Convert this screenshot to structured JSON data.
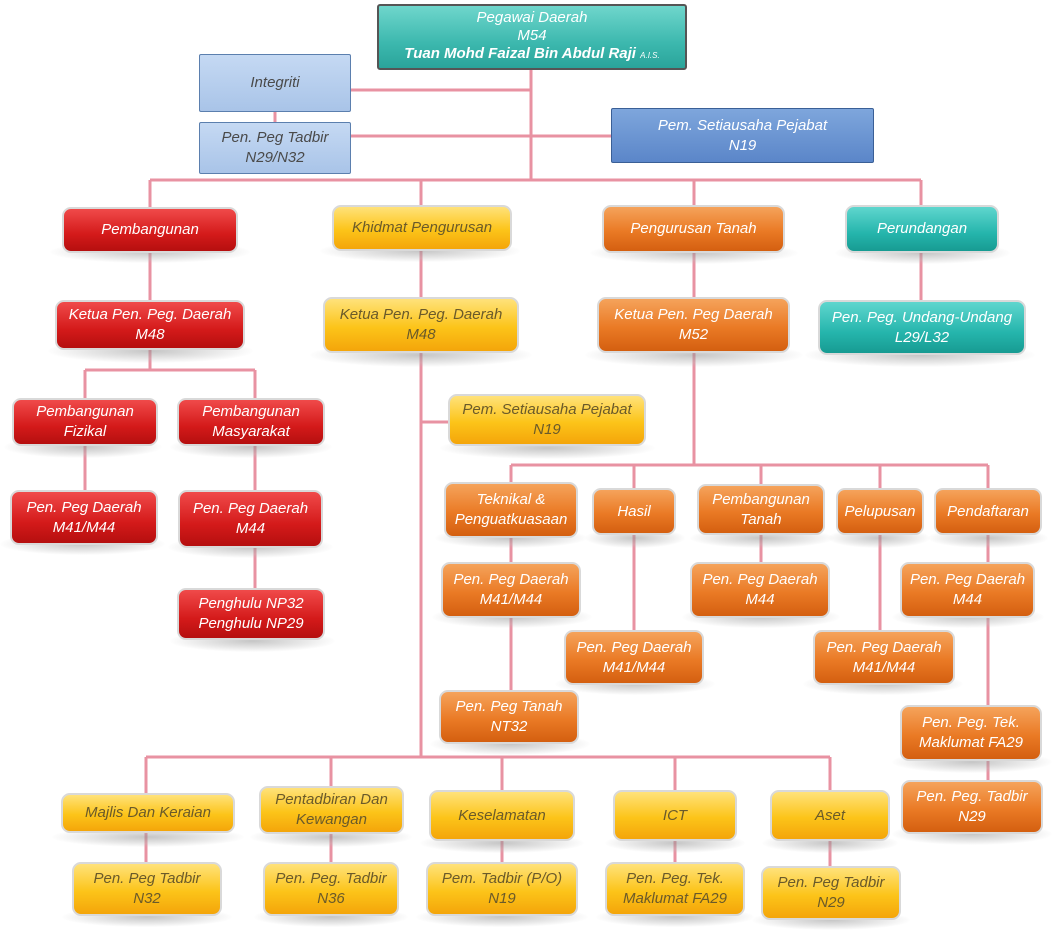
{
  "top": {
    "title": "Pegawai Daerah",
    "grade": "M54",
    "name": "Tuan Mohd Faizal Bin Abdul Raji",
    "honorific": "A.I.S."
  },
  "integriti": {
    "label": "Integriti",
    "staff": [
      "Pen. Peg Tadbir",
      "N29/N32"
    ]
  },
  "setiausaha": [
    "Pem. Setiausaha Pejabat",
    "N19"
  ],
  "pembangunan": {
    "label": "Pembangunan",
    "head": [
      "Ketua Pen. Peg. Daerah",
      "M48"
    ],
    "fizikal": {
      "label": [
        "Pembangunan",
        "Fizikal"
      ],
      "staff": [
        "Pen. Peg Daerah",
        "M41/M44"
      ]
    },
    "masyarakat": {
      "label": [
        "Pembangunan",
        "Masyarakat"
      ],
      "staff": [
        "Pen. Peg Daerah",
        "M44"
      ],
      "penghulu": [
        "Penghulu NP32",
        "Penghulu NP29"
      ]
    }
  },
  "khidmat": {
    "label": "Khidmat Pengurusan",
    "head": [
      "Ketua Pen. Peg. Daerah",
      "M48"
    ],
    "setiausaha": [
      "Pem. Setiausaha Pejabat",
      "N19"
    ],
    "units": [
      {
        "label": [
          "Majlis Dan Keraian"
        ],
        "staff": [
          "Pen. Peg Tadbir",
          "N32"
        ]
      },
      {
        "label": [
          "Pentadbiran Dan",
          "Kewangan"
        ],
        "staff": [
          "Pen. Peg. Tadbir",
          "N36"
        ]
      },
      {
        "label": [
          "Keselamatan"
        ],
        "staff": [
          "Pem. Tadbir (P/O)",
          "N19"
        ]
      },
      {
        "label": [
          "ICT"
        ],
        "staff": [
          "Pen. Peg. Tek.",
          "Maklumat FA29"
        ]
      },
      {
        "label": [
          "Aset"
        ],
        "staff": [
          "Pen. Peg Tadbir",
          "N29"
        ]
      }
    ]
  },
  "tanah": {
    "label": "Pengurusan Tanah",
    "head": [
      "Ketua Pen. Peg Daerah",
      "M52"
    ],
    "teknikal": {
      "label": [
        "Teknikal &",
        "Penguatkuasaan"
      ],
      "staff": [
        "Pen. Peg Daerah",
        "M41/M44"
      ],
      "staff2": [
        "Pen. Peg Tanah",
        "NT32"
      ]
    },
    "hasil": {
      "label": [
        "Hasil"
      ],
      "staff": [
        "Pen. Peg Daerah",
        "M41/M44"
      ]
    },
    "pembtanah": {
      "label": [
        "Pembangunan",
        "Tanah"
      ],
      "staff": [
        "Pen. Peg Daerah",
        "M44"
      ]
    },
    "pelupusan": {
      "label": [
        "Pelupusan"
      ],
      "staff": [
        "Pen. Peg Daerah",
        "M41/M44"
      ]
    },
    "pendaftaran": {
      "label": [
        "Pendaftaran"
      ],
      "staff": [
        "Pen. Peg Daerah",
        "M44"
      ],
      "staff2": [
        "Pen. Peg. Tek.",
        "Maklumat FA29"
      ],
      "staff3": [
        "Pen. Peg. Tadbir",
        "N29"
      ]
    }
  },
  "perundangan": {
    "label": "Perundangan",
    "staff": [
      "Pen. Peg. Undang-Undang",
      "L29/L32"
    ]
  }
}
